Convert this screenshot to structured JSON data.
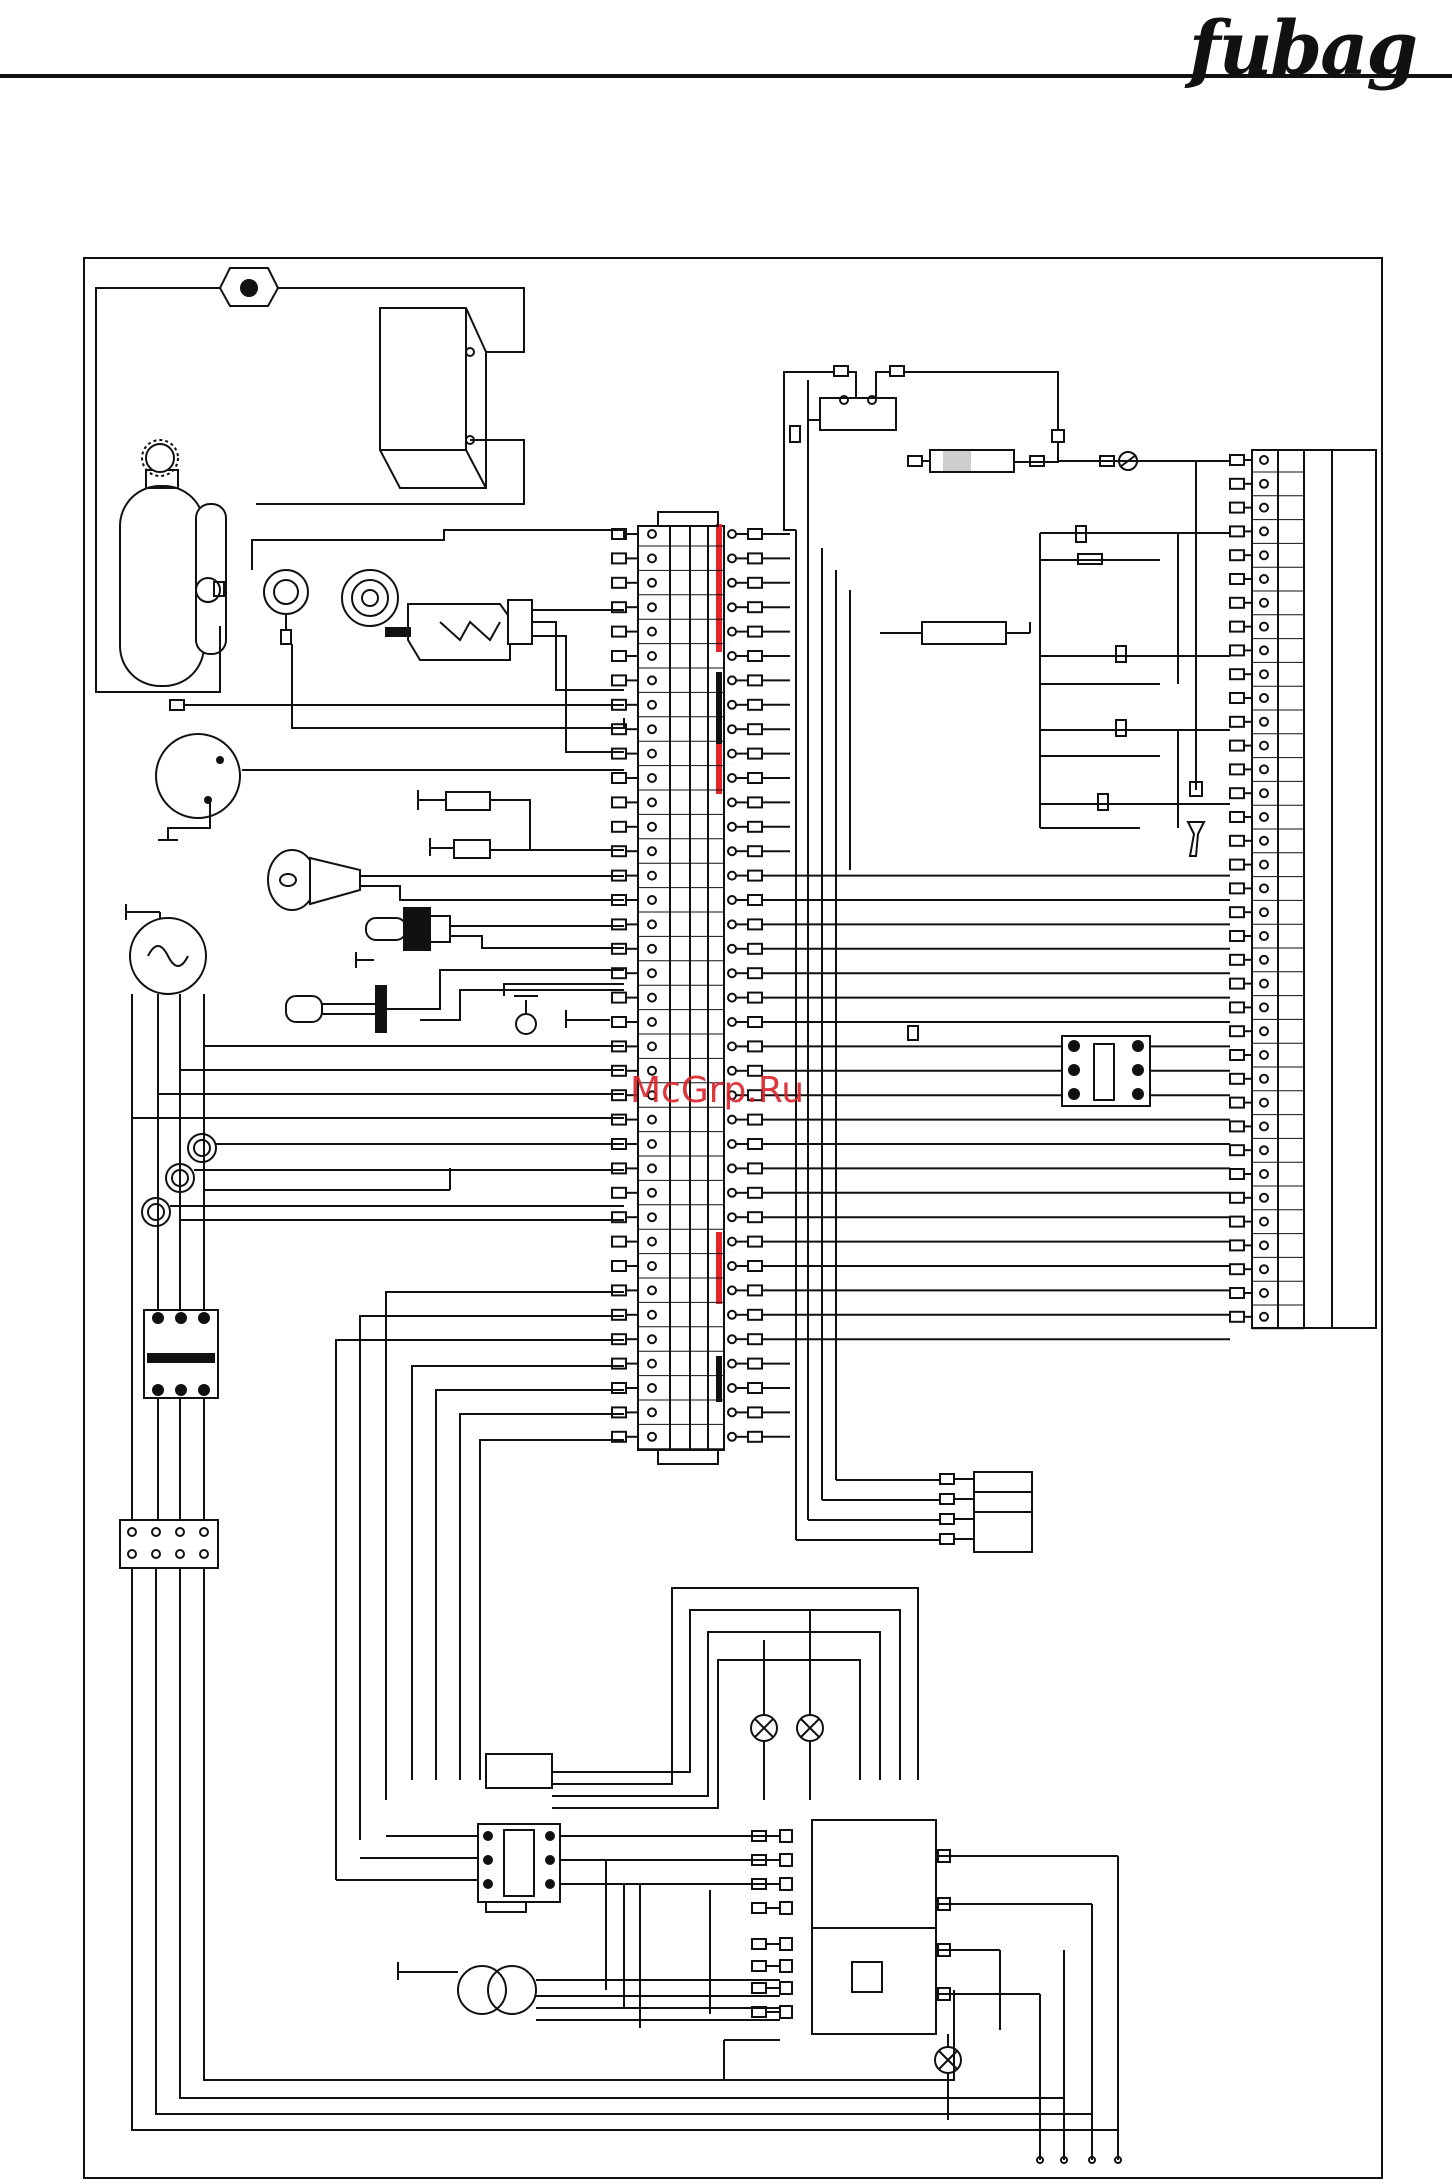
{
  "header": {
    "brand": "fubag"
  },
  "watermark": {
    "text": "McGrp.Ru"
  },
  "colors": {
    "line": "#111111",
    "accent_red": "#e3242b",
    "block": "#111111"
  },
  "terminal_strip": {
    "rows": 38
  },
  "right_terminal_block": {
    "rows": 37
  }
}
